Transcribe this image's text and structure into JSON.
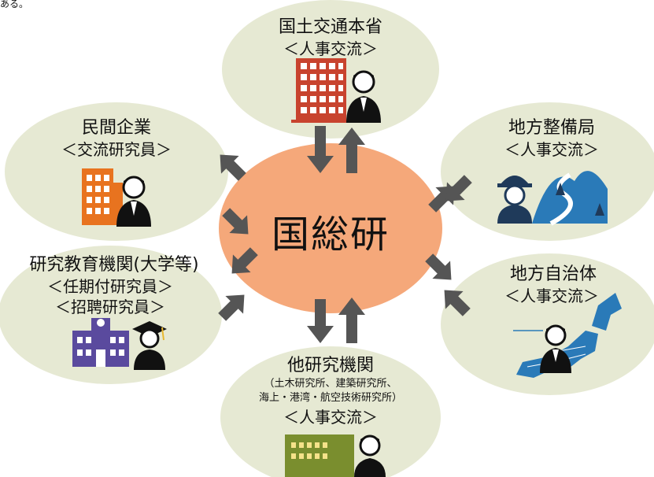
{
  "top_fragment": "ある。",
  "center": {
    "label": "国総研"
  },
  "nodes": {
    "mlit": {
      "title": "国土交通本省",
      "sub": "＜人事交流＞"
    },
    "private": {
      "title": "民間企業",
      "sub": "＜交流研究員＞"
    },
    "regional": {
      "title": "地方整備局",
      "sub": "＜人事交流＞"
    },
    "academic": {
      "title": "研究教育機関(大学等)",
      "sub1": "＜任期付研究員＞",
      "sub2": "＜招聘研究員＞"
    },
    "localgov": {
      "title": "地方自治体",
      "sub": "＜人事交流＞"
    },
    "other": {
      "title": "他研究機関",
      "note1": "（土木研究所、建築研究所、",
      "note2": "海上・港湾・航空技術研究所）",
      "sub": "＜人事交流＞"
    }
  },
  "colors": {
    "ellipse": "#e6e9d3",
    "center": "#f5a87a",
    "arrow": "#555555",
    "brick": "#c8432e",
    "orange_building": "#e8731f",
    "purple_building": "#5a4a9e",
    "green_building": "#7a8e2e",
    "navy": "#1f3a5a",
    "blue": "#2a7ab8"
  }
}
